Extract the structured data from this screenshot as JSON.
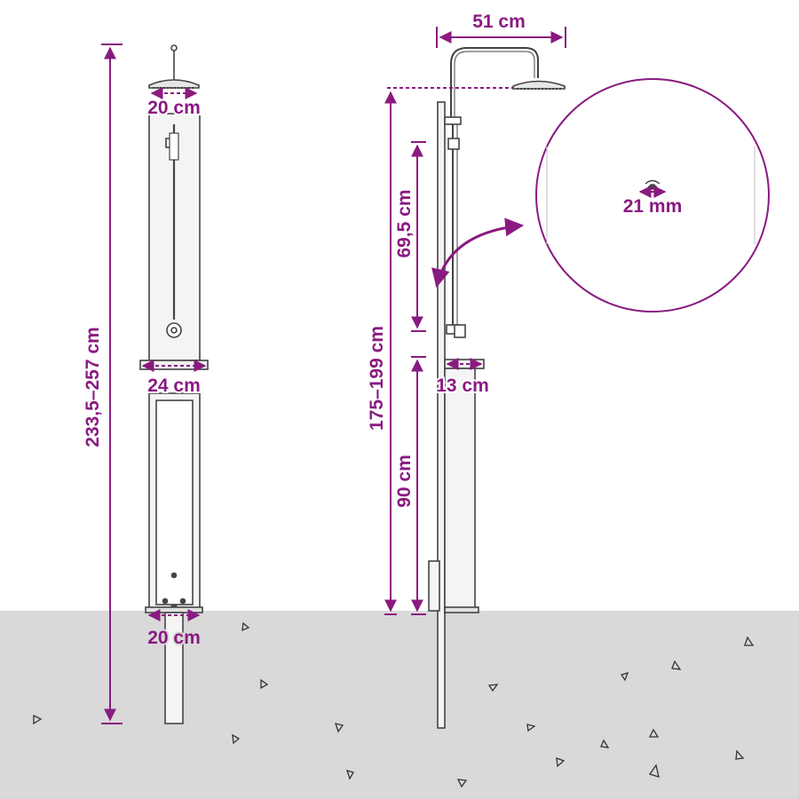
{
  "colors": {
    "accent": "#8a1a80",
    "ground": "#d9d9d9",
    "line": "#444444",
    "panel": "#f4f4f4"
  },
  "labels": {
    "head_width_front": "20 cm",
    "total_height": "233,5–257 cm",
    "tray_width_front": "24 cm",
    "base_width_front": "20 cm",
    "arm_reach": "51 cm",
    "slide_rail_length": "69,5 cm",
    "side_height": "175–199 cm",
    "tray_depth_side": "13 cm",
    "box_height": "90 cm",
    "hose_connector": "21 mm"
  },
  "icons": {
    "zoom_arrow": "curved-arrow-icon",
    "connector": "thread-connector-icon",
    "pebbles": "gravel-triangle-icon"
  }
}
